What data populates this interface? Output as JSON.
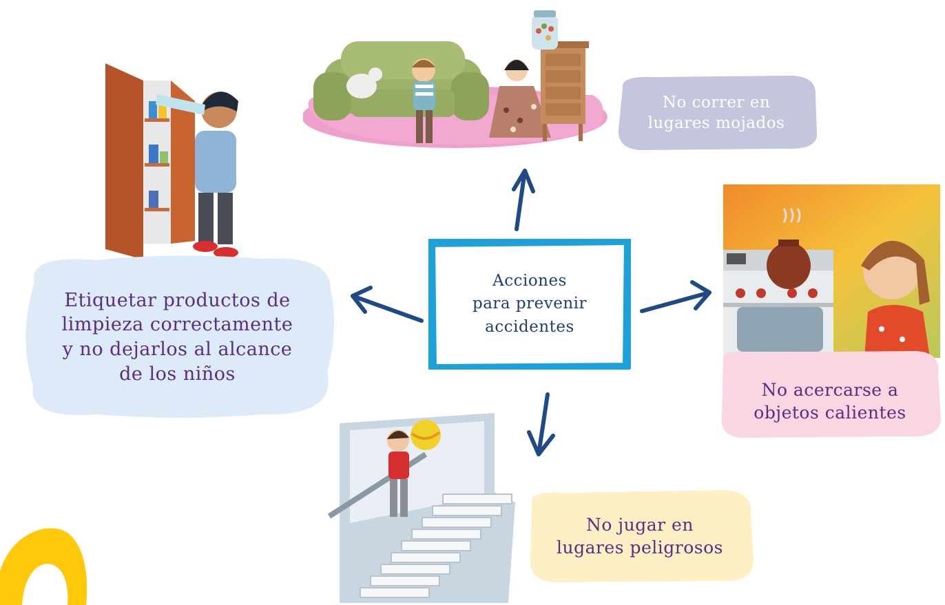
{
  "center": {
    "text": "Acciones\npara prevenir\naccidentes"
  },
  "bubbles": {
    "left": {
      "text": "Etiquetar productos de\nlimpieza correctamente\ny no dejarlos al alcance\nde los niños",
      "bg": "#dcebf7",
      "color": "#5a2d82"
    },
    "top": {
      "text": "No correr en\nlugares mojados",
      "bg": "#c3c6dd",
      "color": "#ffffff"
    },
    "right": {
      "text": "No acercarse a\nobjetos calientes",
      "bg": "#f9d7e0",
      "color": "#5a2d82"
    },
    "bottom": {
      "text": "No jugar en\nlugares peligrosos",
      "bg": "#fdf0c4",
      "color": "#5a2d82"
    }
  },
  "colors": {
    "frame": "#1ea0d8",
    "arrow": "#1f4a86",
    "corner_accent": "#ffc90a"
  },
  "illustrations": {
    "left": "boy-drinking-from-cleaning-bottle",
    "top": "children-in-living-room",
    "right": "girl-near-hot-stove",
    "bottom": "boy-with-ball-on-stairs"
  }
}
